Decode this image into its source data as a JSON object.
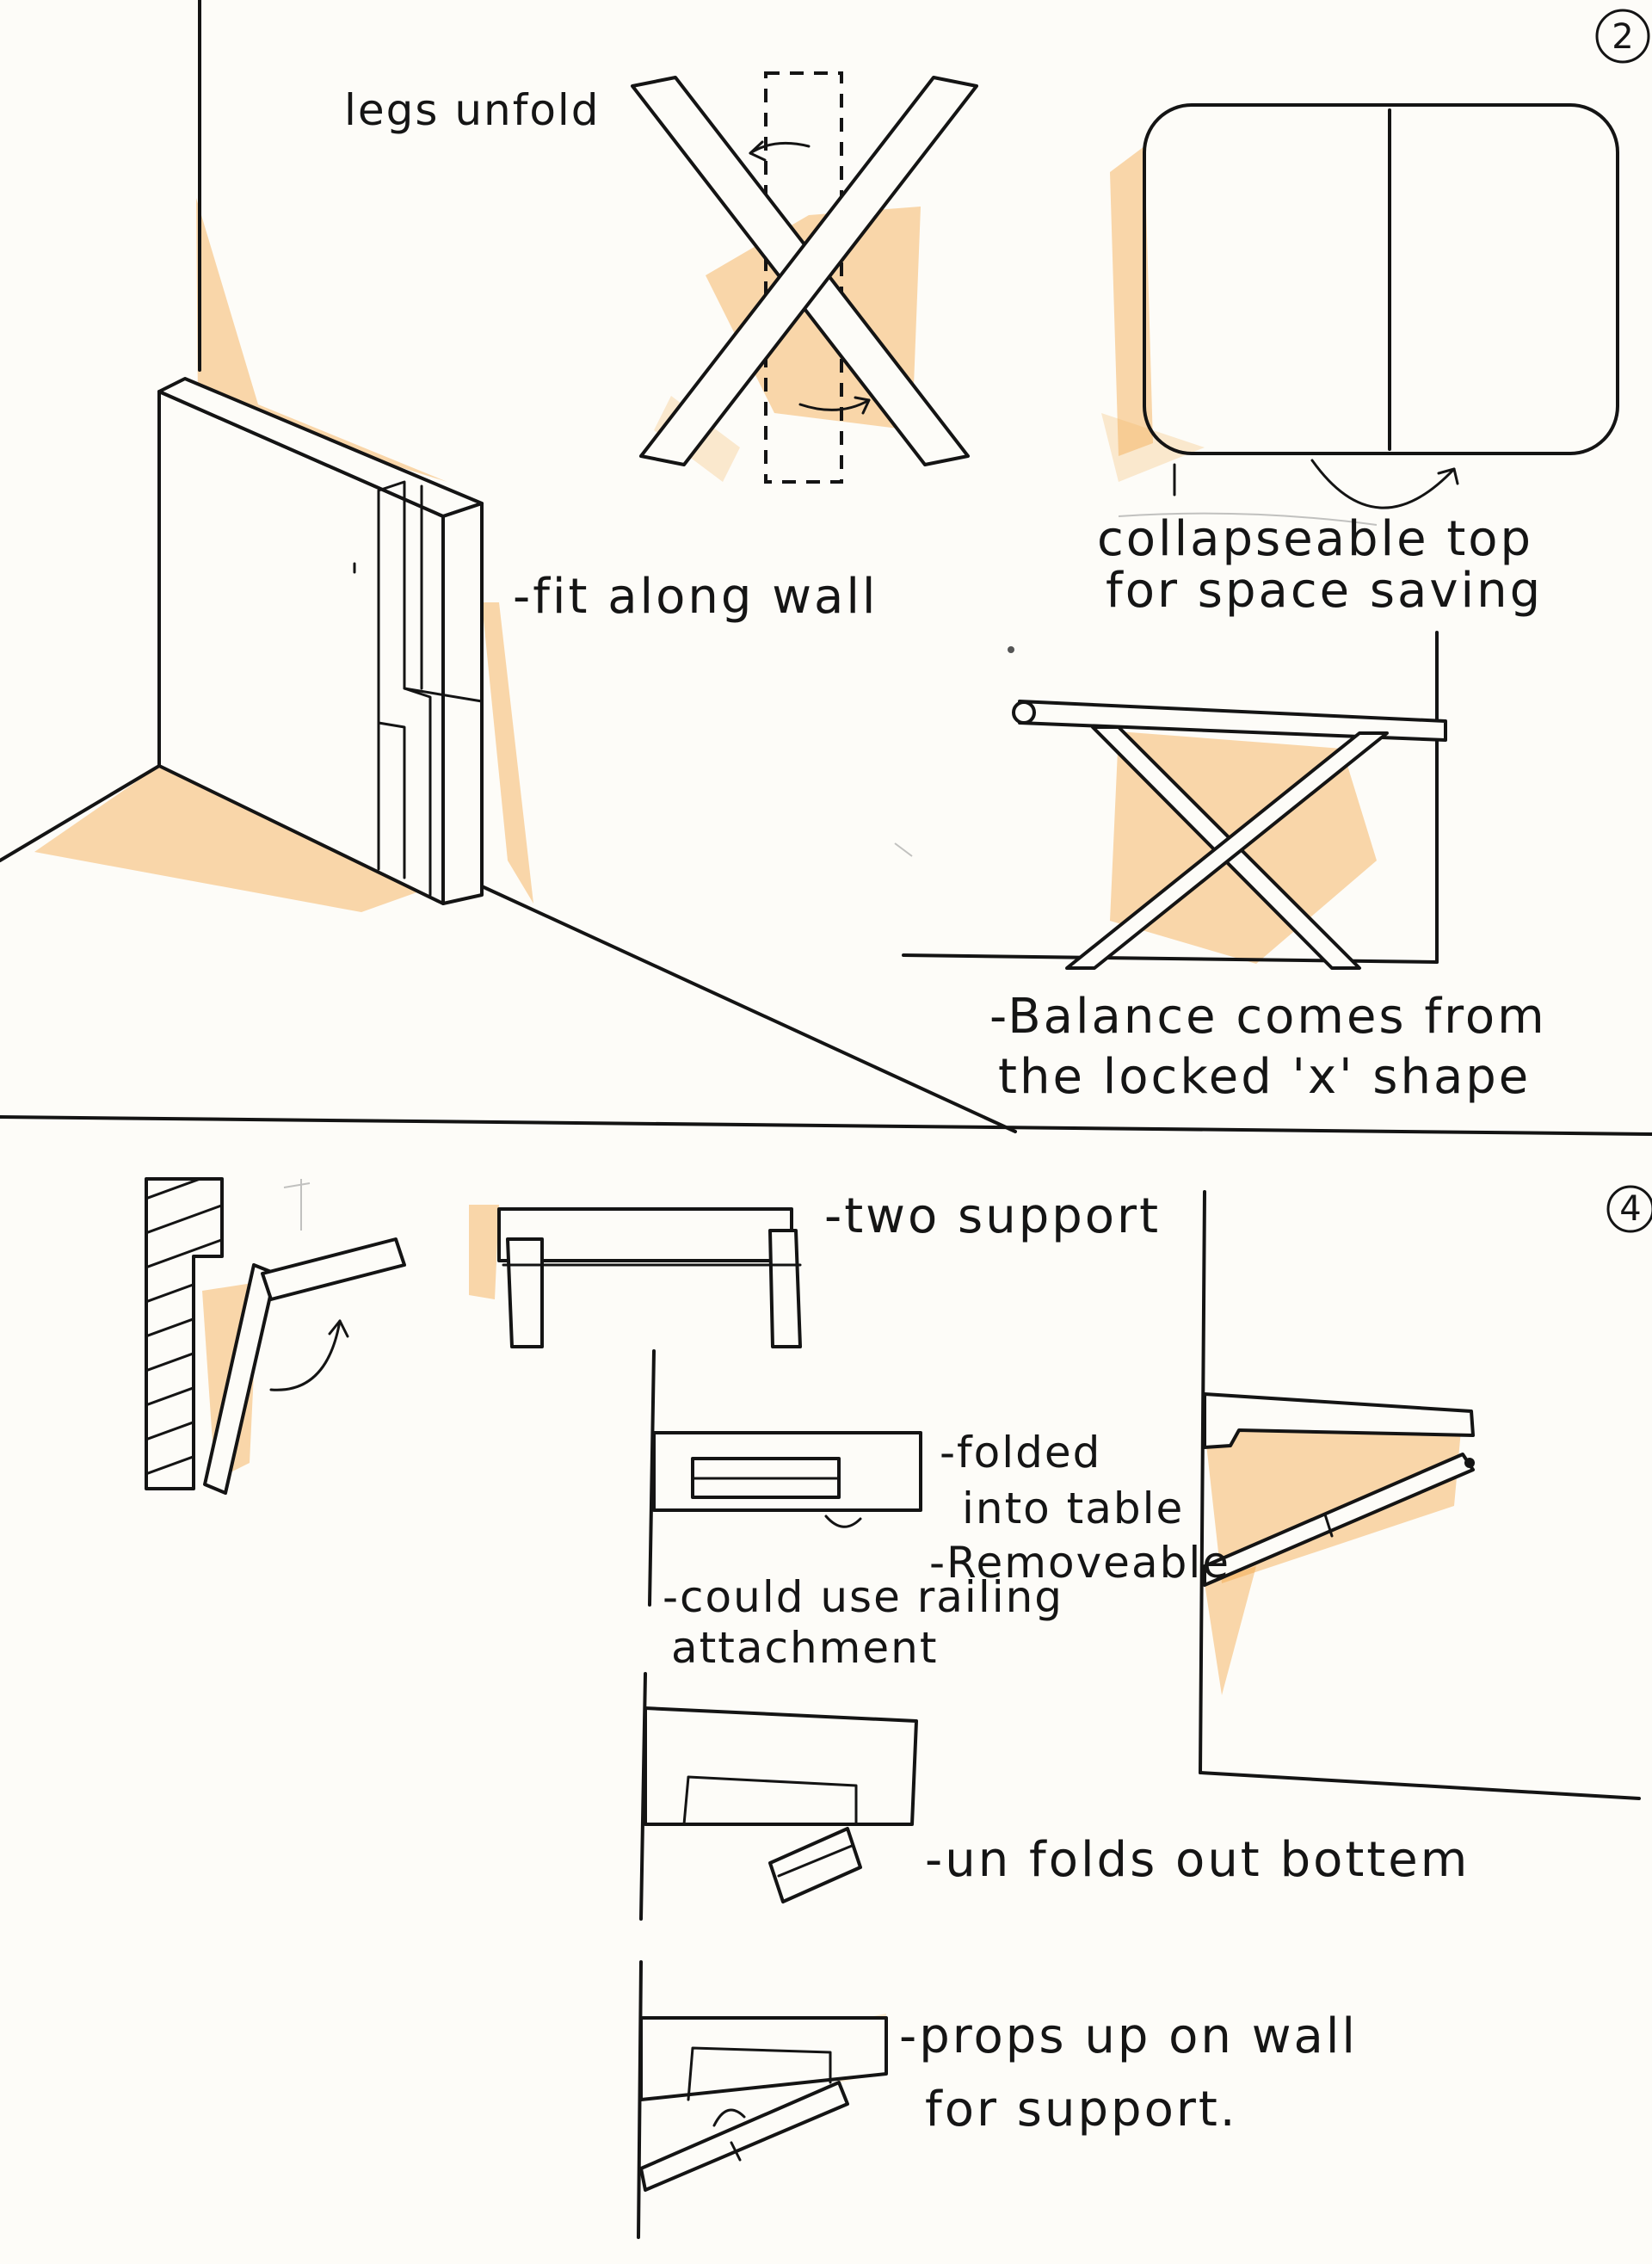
{
  "page_numbers": {
    "top": "2",
    "bottom": "4"
  },
  "annotations": {
    "legs_unfold": "legs unfold",
    "fit_along_wall": "-fit along wall",
    "collapsible_top_line1": "collapseable top",
    "collapsible_top_line2": "for space saving",
    "balance_line1": "-Balance comes from",
    "balance_line2": "the locked 'x' shape",
    "two_support": "-two support",
    "folded_line1": "-folded",
    "folded_line2": "into table",
    "removeable": "-Removeable",
    "railing_line1": "-could use railing",
    "railing_line2": "attachment",
    "unfolds_out_bottom": "-un folds out bottem",
    "props_line1": "-props up on wall",
    "props_line2": "for support."
  },
  "colors": {
    "ink": "#141414",
    "shading": "#f2a23c",
    "paper": "#fdfcf8"
  }
}
